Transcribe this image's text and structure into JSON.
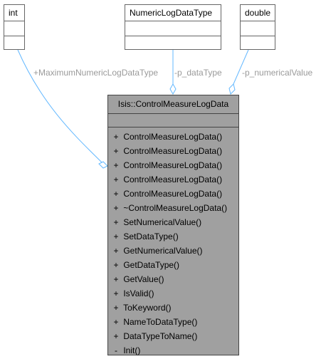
{
  "types": {
    "int": "int",
    "numeric_type": "NumericLogDataType",
    "double": "double"
  },
  "edge_labels": {
    "maximum": "+MaximumNumericLogDataType",
    "data_type": "-p_dataType",
    "numerical_value": "-p_numericalValue"
  },
  "main_class": {
    "name": "Isis::ControlMeasureLogData",
    "operations": [
      {
        "vis": "+",
        "name": "ControlMeasureLogData()"
      },
      {
        "vis": "+",
        "name": "ControlMeasureLogData()"
      },
      {
        "vis": "+",
        "name": "ControlMeasureLogData()"
      },
      {
        "vis": "+",
        "name": "ControlMeasureLogData()"
      },
      {
        "vis": "+",
        "name": "ControlMeasureLogData()"
      },
      {
        "vis": "+",
        "name": "~ControlMeasureLogData()"
      },
      {
        "vis": "+",
        "name": "SetNumericalValue()"
      },
      {
        "vis": "+",
        "name": "SetDataType()"
      },
      {
        "vis": "+",
        "name": "GetNumericalValue()"
      },
      {
        "vis": "+",
        "name": "GetDataType()"
      },
      {
        "vis": "+",
        "name": "GetValue()"
      },
      {
        "vis": "+",
        "name": "IsValid()"
      },
      {
        "vis": "+",
        "name": "ToKeyword()"
      },
      {
        "vis": "+",
        "name": "NameToDataType()"
      },
      {
        "vis": "+",
        "name": "DataTypeToName()"
      },
      {
        "vis": "-",
        "name": "Init()"
      }
    ]
  },
  "colors": {
    "edge": "#63b8ff",
    "main_fill": "#a0a0a0",
    "label": "#9a9a9a"
  }
}
